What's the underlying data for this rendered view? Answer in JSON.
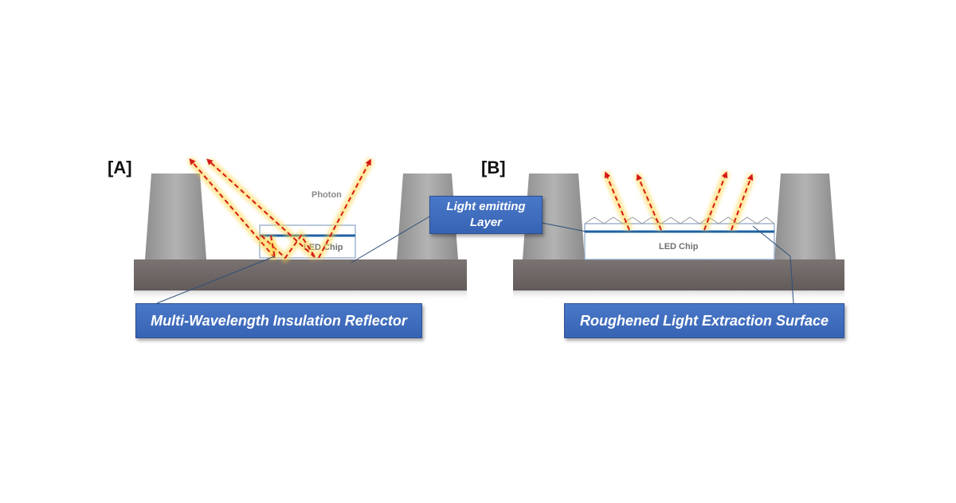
{
  "panel_a": {
    "label": "[A]",
    "photon_label": "Photon",
    "chip_label": "LED Chip",
    "callout_label": "Multi-Wavelength Insulation Reflector"
  },
  "panel_b": {
    "label": "[B]",
    "chip_label": "LED Chip",
    "callout_label": "Roughened Light Extraction Surface"
  },
  "shared_callout": {
    "line1": "Light emitting",
    "line2": "Layer"
  },
  "colors": {
    "substrate": "#716a69",
    "wall": "#a3a3a3",
    "chip_border": "#8aa3c4",
    "emitting_layer": "#1e62a3",
    "ray_core": "#d41a1a",
    "ray_glow": "#ffd23a",
    "callout_fill": "#3f6cbc",
    "leader_line": "#2f4f7a"
  }
}
